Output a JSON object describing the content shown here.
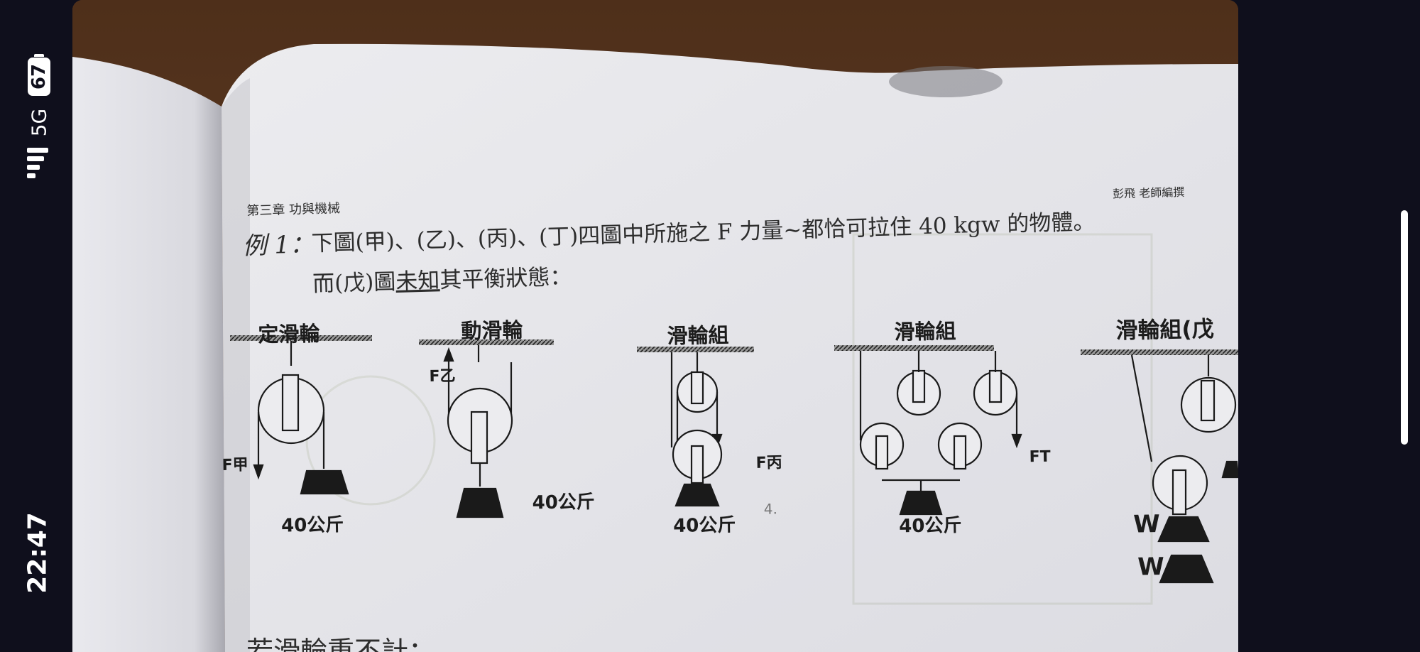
{
  "status_bar": {
    "time": "22:47",
    "network": "5G",
    "battery": "67"
  },
  "book_page": {
    "chapter_header": "第三章  功與機械",
    "author_header": "彭飛  老師編撰",
    "example_label": "例 1：",
    "question_line1": "下圖(甲)、(乙)、(丙)、(丁)四圖中所施之 F 力量~都恰可拉住 40 kgw 的物體。",
    "question_line2_prefix": "而(戊)圖",
    "question_line2_underlined": "未知",
    "question_line2_suffix": "其平衡狀態：",
    "bottom_cut_text": "若滑輪重不計："
  },
  "figures": [
    {
      "title": "定滑輪",
      "force_label": "F甲",
      "weight_label": "40公斤"
    },
    {
      "title": "動滑輪",
      "force_label": "F乙",
      "weight_label": "40公斤"
    },
    {
      "title": "滑輪組",
      "force_label": "F丙",
      "weight_label": "40公斤",
      "handwritten_mark": "4."
    },
    {
      "title": "滑輪組",
      "force_label": "FT",
      "weight_label": "40公斤"
    },
    {
      "title": "滑輪組(戊",
      "weight_labels": [
        "W",
        "W"
      ]
    }
  ]
}
